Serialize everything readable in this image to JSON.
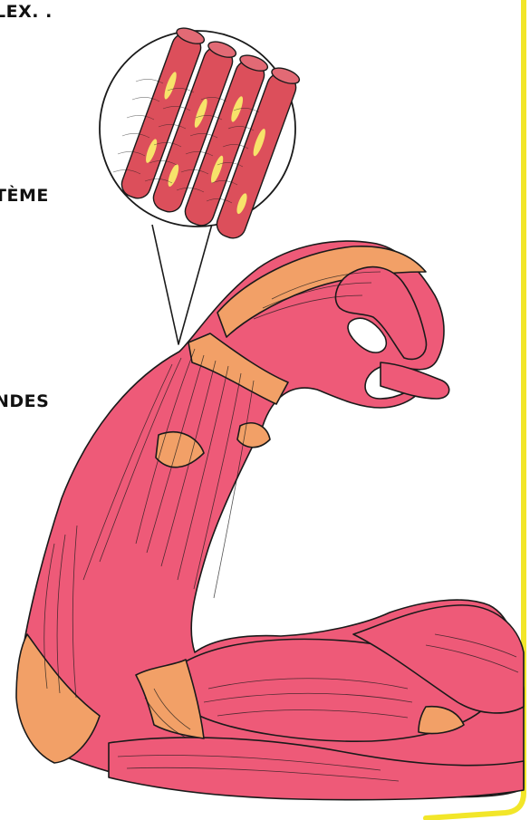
{
  "text_fragments": [
    "LEX. .",
    "TÈME",
    "NDES"
  ],
  "colors": {
    "muscle": "#ee5a78",
    "muscle_dark": "#d94a69",
    "tendon": "#f2a067",
    "fiber": "#dc4f5b",
    "fiber_highlight": "#f7e36a",
    "outline": "#1a1a1a",
    "panel_border": "#f2e629"
  }
}
